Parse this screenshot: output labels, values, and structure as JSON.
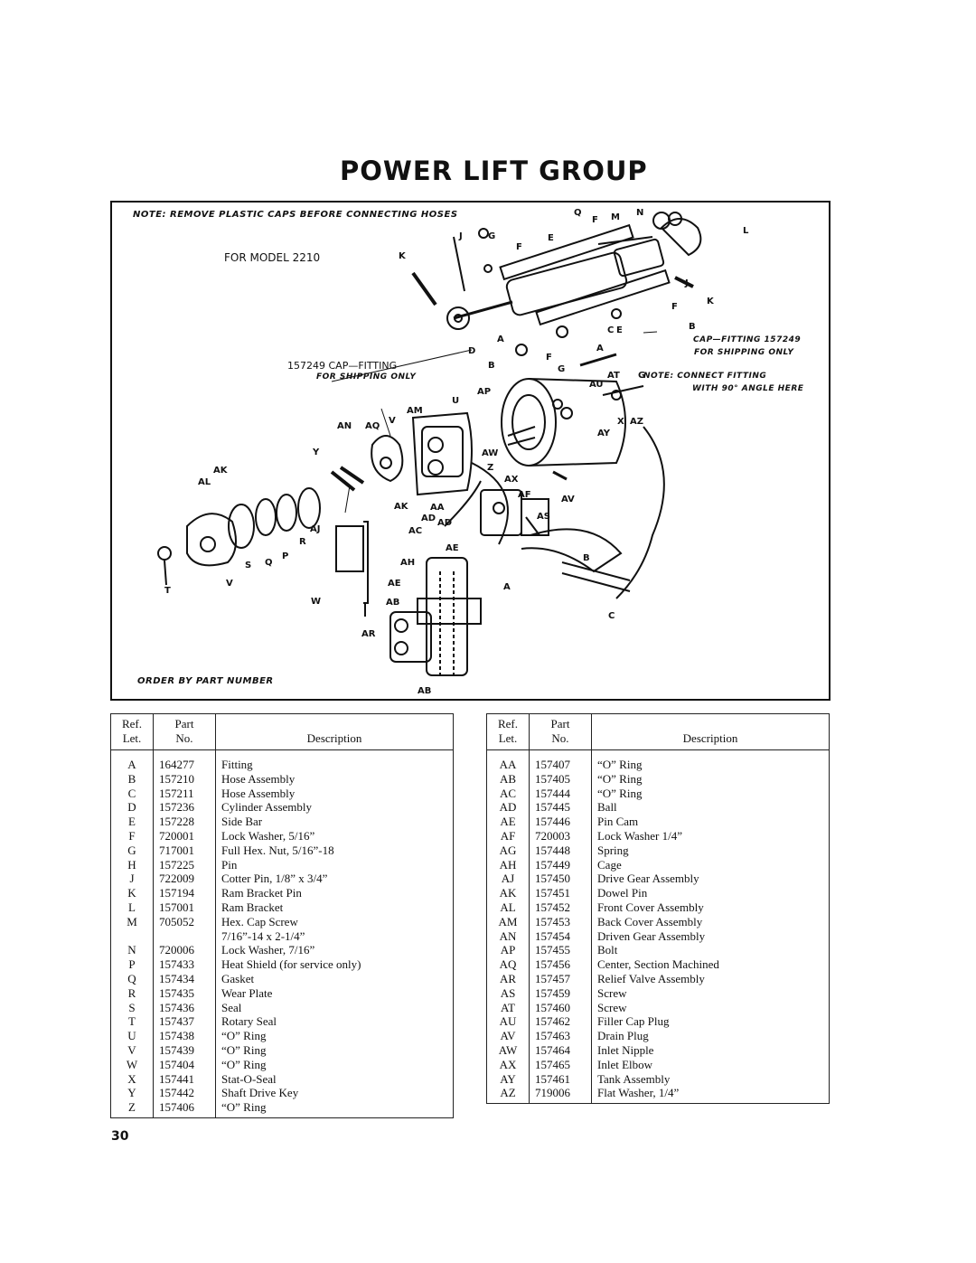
{
  "page": {
    "title": "POWER LIFT GROUP",
    "page_number": "30"
  },
  "diagram": {
    "note_top": "NOTE: REMOVE PLASTIC CAPS BEFORE CONNECTING HOSES",
    "model": "FOR MODEL 2210",
    "cap_fitting_left": "157249 CAP—FITTING",
    "shipping_left": "FOR SHIPPING ONLY",
    "cap_fitting_right": "CAP—FITTING 157249",
    "shipping_right": "FOR SHIPPING ONLY",
    "note_connect": "NOTE: CONNECT FITTING",
    "note_angle": "WITH 90° ANGLE HERE",
    "order_note": "ORDER BY PART NUMBER",
    "callouts": [
      "Q",
      "F",
      "M",
      "N",
      "L",
      "J",
      "G",
      "F",
      "E",
      "K",
      "J",
      "K",
      "F",
      "B",
      "C",
      "E",
      "A",
      "D",
      "A",
      "F",
      "G",
      "B",
      "G",
      "AT",
      "AU",
      "AP",
      "U",
      "AM",
      "AN",
      "AQ",
      "V",
      "X",
      "AZ",
      "AY",
      "Y",
      "AW",
      "AK",
      "AL",
      "Z",
      "AX",
      "AF",
      "AV",
      "AK",
      "AA",
      "AD",
      "AS",
      "AJ",
      "AC",
      "AD",
      "R",
      "AE",
      "S",
      "Q",
      "P",
      "T",
      "V",
      "AH",
      "B",
      "AE",
      "W",
      "AB",
      "A",
      "C",
      "AR",
      "AB"
    ]
  },
  "tables": {
    "headers": {
      "ref": "Ref.",
      "let": "Let.",
      "part": "Part",
      "no": "No.",
      "desc": "Description"
    },
    "left": [
      [
        "A",
        "164277",
        "Fitting"
      ],
      [
        "B",
        "157210",
        "Hose Assembly"
      ],
      [
        "C",
        "157211",
        "Hose Assembly"
      ],
      [
        "D",
        "157236",
        "Cylinder Assembly"
      ],
      [
        "E",
        "157228",
        "Side Bar"
      ],
      [
        "F",
        "720001",
        "Lock Washer, 5/16”"
      ],
      [
        "G",
        "717001",
        "Full Hex. Nut, 5/16”-18"
      ],
      [
        "H",
        "157225",
        "Pin"
      ],
      [
        "J",
        "722009",
        "Cotter Pin, 1/8” x 3/4”"
      ],
      [
        "K",
        "157194",
        "Ram Bracket Pin"
      ],
      [
        "L",
        "157001",
        "Ram Bracket"
      ],
      [
        "M",
        "705052",
        "Hex. Cap Screw"
      ],
      [
        "",
        "",
        "7/16”-14 x 2-1/4”"
      ],
      [
        "N",
        "720006",
        "Lock Washer, 7/16”"
      ],
      [
        "P",
        "157433",
        "Heat Shield (for service only)"
      ],
      [
        "Q",
        "157434",
        "Gasket"
      ],
      [
        "R",
        "157435",
        "Wear Plate"
      ],
      [
        "S",
        "157436",
        "Seal"
      ],
      [
        "T",
        "157437",
        "Rotary Seal"
      ],
      [
        "U",
        "157438",
        "“O” Ring"
      ],
      [
        "V",
        "157439",
        "“O” Ring"
      ],
      [
        "W",
        "157404",
        "“O” Ring"
      ],
      [
        "X",
        "157441",
        "Stat-O-Seal"
      ],
      [
        "Y",
        "157442",
        "Shaft Drive Key"
      ],
      [
        "Z",
        "157406",
        "“O” Ring"
      ]
    ],
    "right": [
      [
        "AA",
        "157407",
        "“O” Ring"
      ],
      [
        "AB",
        "157405",
        "“O” Ring"
      ],
      [
        "AC",
        "157444",
        "“O” Ring"
      ],
      [
        "AD",
        "157445",
        "Ball"
      ],
      [
        "AE",
        "157446",
        "Pin Cam"
      ],
      [
        "AF",
        "720003",
        "Lock Washer 1/4”"
      ],
      [
        "AG",
        "157448",
        "Spring"
      ],
      [
        "AH",
        "157449",
        "Cage"
      ],
      [
        "AJ",
        "157450",
        "Drive Gear Assembly"
      ],
      [
        "AK",
        "157451",
        "Dowel Pin"
      ],
      [
        "AL",
        "157452",
        "Front Cover Assembly"
      ],
      [
        "AM",
        "157453",
        "Back Cover Assembly"
      ],
      [
        "AN",
        "157454",
        "Driven Gear Assembly"
      ],
      [
        "AP",
        "157455",
        "Bolt"
      ],
      [
        "AQ",
        "157456",
        "Center, Section Machined"
      ],
      [
        "AR",
        "157457",
        "Relief Valve Assembly"
      ],
      [
        "AS",
        "157459",
        "Screw"
      ],
      [
        "AT",
        "157460",
        "Screw"
      ],
      [
        "AU",
        "157462",
        "Filler Cap Plug"
      ],
      [
        "AV",
        "157463",
        "Drain Plug"
      ],
      [
        "AW",
        "157464",
        "Inlet Nipple"
      ],
      [
        "AX",
        "157465",
        "Inlet Elbow"
      ],
      [
        "AY",
        "157461",
        "Tank Assembly"
      ],
      [
        "AZ",
        "719006",
        "Flat Washer, 1/4”"
      ]
    ]
  }
}
